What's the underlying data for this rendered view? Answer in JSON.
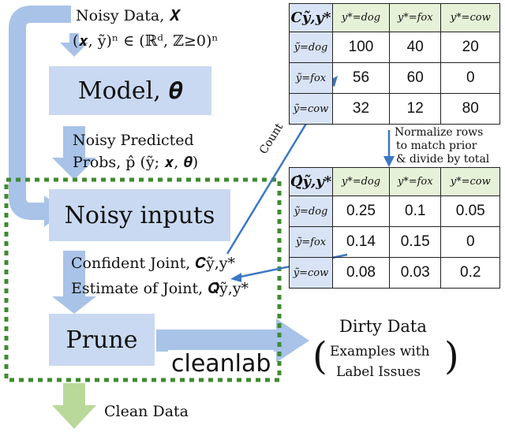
{
  "flow": {
    "noisy_data": "Noisy Data, 𝑿",
    "noisy_data_formula": "(𝒙, ỹ)ⁿ ∈ (ℝᵈ, ℤ≥0)ⁿ",
    "model": "Model, 𝜽",
    "noisy_predicted_line1": "Noisy Predicted",
    "noisy_predicted_line2": "Probs, p̂ (ỹ; 𝒙, 𝜽)",
    "noisy_inputs": "Noisy inputs",
    "confident_joint": "Confident Joint, 𝑪ỹ,y*",
    "estimate_joint": "Estimate of Joint, 𝑸̂ỹ,y*",
    "prune": "Prune",
    "cleanlab": "cleanlab",
    "clean_data": "Clean Data",
    "dirty_data": "Dirty Data",
    "dirty_sub1": "Examples with",
    "dirty_sub2": "Label Issues",
    "count": "Count",
    "normalize_line1": "Normalize rows",
    "normalize_line2": "to match prior",
    "normalize_line3": "& divide by total"
  },
  "matrix_c": {
    "corner": "𝑪ỹ,y*",
    "col_headers": [
      "y*=dog",
      "y*=fox",
      "y*=cow"
    ],
    "row_headers": [
      "ỹ=dog",
      "ỹ=fox",
      "ỹ=cow"
    ],
    "rows": [
      [
        "100",
        "40",
        "20"
      ],
      [
        "56",
        "60",
        "0"
      ],
      [
        "32",
        "12",
        "80"
      ]
    ]
  },
  "matrix_q": {
    "corner": "𝑸̂ỹ,y*",
    "col_headers": [
      "y*=dog",
      "y*=fox",
      "y*=cow"
    ],
    "row_headers": [
      "ỹ=dog",
      "ỹ=fox",
      "ỹ=cow"
    ],
    "rows": [
      [
        "0.25",
        "0.1",
        "0.05"
      ],
      [
        "0.14",
        "0.15",
        "0"
      ],
      [
        "0.08",
        "0.03",
        "0.2"
      ]
    ]
  },
  "colors": {
    "box_blue": "#c9d9f1",
    "arrow_blue": "#3b78c4",
    "thick_arrow": "#a9c3e8",
    "clean_green": "#b9d99a",
    "dotted_green": "#3f8a30"
  }
}
